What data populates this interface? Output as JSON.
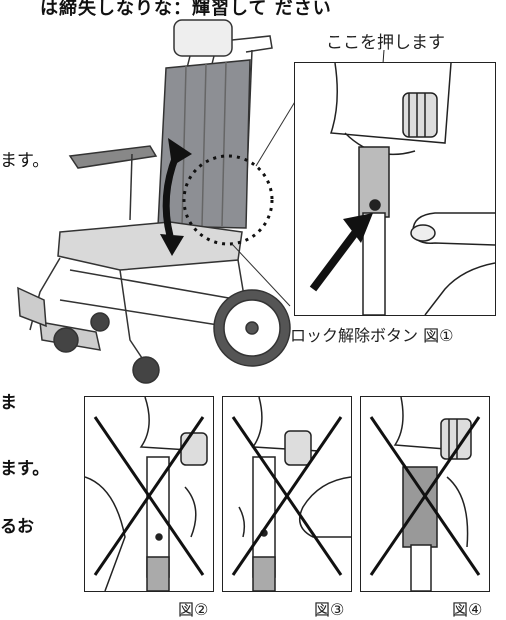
{
  "header": {
    "top_text": "は締失しなりな：輝習して ださい"
  },
  "left_texts": {
    "line1": "ます。",
    "line2": "ま",
    "line3": "ます。",
    "line4": "るお"
  },
  "callout": {
    "press_here": "ここを押します"
  },
  "figures": {
    "fig1_caption": "ロック解除ボタン 図①",
    "fig2_caption": "図②",
    "fig3_caption": "図③",
    "fig4_caption": "図④"
  }
}
